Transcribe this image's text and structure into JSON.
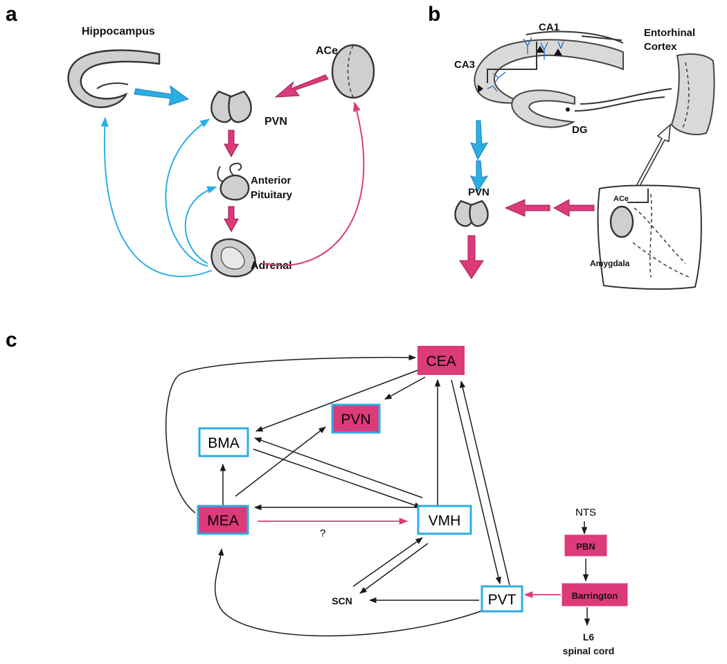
{
  "panel_a": {
    "letter": "a",
    "hippocampus": "Hippocampus",
    "ace": "ACe",
    "pvn": "PVN",
    "anterior_pituitary_1": "Anterior",
    "anterior_pituitary_2": "Pituitary",
    "adrenal": "Adrenal"
  },
  "panel_b": {
    "letter": "b",
    "ca1": "CA1",
    "ca3": "CA3",
    "dg": "DG",
    "entorhinal_1": "Entorhinal",
    "entorhinal_2": "Cortex",
    "pvn": "PVN",
    "ace": "ACe",
    "amygdala": "Amygdala"
  },
  "panel_c": {
    "letter": "c",
    "cea": "CEA",
    "pvn": "PVN",
    "bma": "BMA",
    "mea": "MEA",
    "vmh": "VMH",
    "question": "?",
    "nts": "NTS",
    "pbn": "PBN",
    "barrington": "Barrington",
    "scn": "SCN",
    "pvt": "PVT",
    "l6": "L6",
    "spinal_cord": "spinal cord"
  },
  "colors": {
    "blue": "#2aaee6",
    "magenta": "#dd3a7a",
    "gray": "#cfcfcf"
  }
}
